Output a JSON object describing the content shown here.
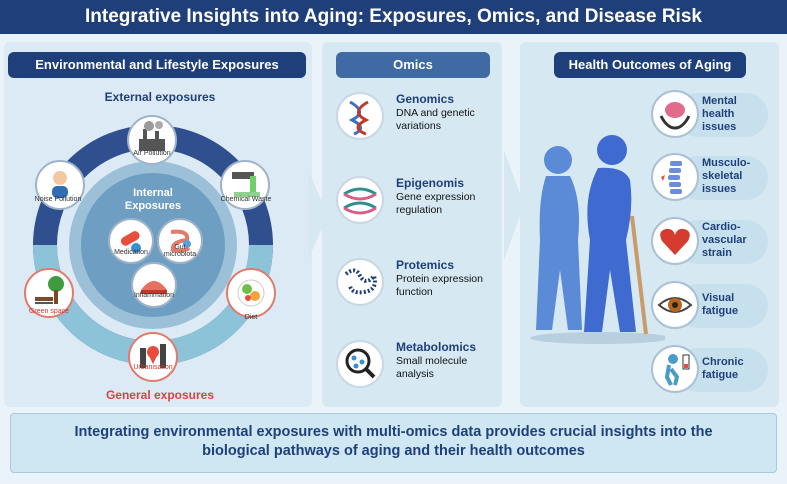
{
  "title": "Integrative Insights into Aging: Exposures, Omics, and Disease Risk",
  "left_panel": {
    "header": "Environmental and Lifestyle Exposures",
    "external_label": "External exposures",
    "general_label": "General exposures",
    "internal_label": "Internal Exposures",
    "external_items": [
      "Air Pollution",
      "Noise Pollution",
      "Chemical Waste",
      "Green space",
      "Diet",
      "Urbanisation"
    ],
    "internal_items": [
      "Medication",
      "Gut microbiota",
      "Inflammation"
    ],
    "colors": {
      "external": "#1f3f7a",
      "general": "#d64541"
    }
  },
  "omics_panel": {
    "header": "Omics",
    "items": [
      {
        "name": "Genomics",
        "desc": "DNA and genetic variations",
        "icon": "dna-helix-icon"
      },
      {
        "name": "Epigenomis",
        "desc": "Gene expression regulation",
        "icon": "methylated-dna-icon"
      },
      {
        "name": "Protemics",
        "desc": "Protein expression function",
        "icon": "protein-chain-icon"
      },
      {
        "name": "Metabolomics",
        "desc": "Small molecule analysis",
        "icon": "molecule-magnifier-icon"
      }
    ]
  },
  "outcomes_panel": {
    "header": "Health Outcomes of Aging",
    "items": [
      {
        "label": "Mental health issues",
        "icon": "brain-hands-icon"
      },
      {
        "label": "Musculo-skeletal issues",
        "icon": "spine-icon"
      },
      {
        "label": "Cardio-vascular strain",
        "icon": "heart-icon"
      },
      {
        "label": "Visual fatigue",
        "icon": "eye-icon"
      },
      {
        "label": "Chronic fatigue",
        "icon": "tired-person-icon"
      }
    ]
  },
  "footer": {
    "line1": "Integrating environmental exposures with multi-omics data provides crucial insights into the",
    "line2": "biological pathways of aging and their health outcomes"
  }
}
